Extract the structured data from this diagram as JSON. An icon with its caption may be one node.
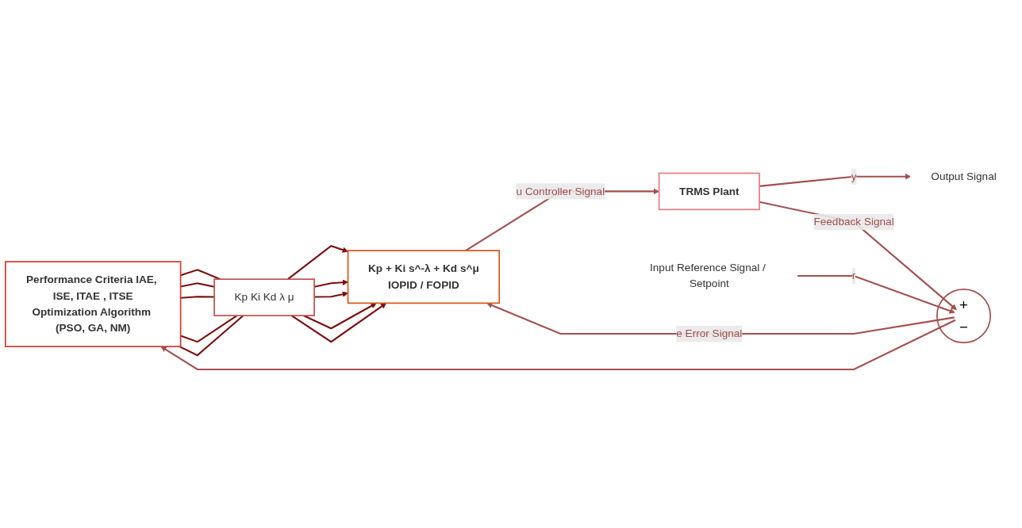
{
  "diagram": {
    "nodes": [
      {
        "text": [
          "Performance Criteria IAE, ISE, ITAE , ITSE",
          "Optimization Algorithm (PSO, GA, NM)"
        ]
      },
      {
        "text": [
          "Kp Ki Kd λ μ"
        ]
      },
      {
        "text": [
          "+",
          "−"
        ]
      },
      {
        "text": [
          "Kp + Ki s^-λ + Kd s^μ",
          "IOPID / FOPID"
        ]
      },
      {
        "text": [
          "TRMS Plant"
        ]
      },
      {
        "text": [
          "Input Reference Signal / Setpoint"
        ]
      },
      {
        "text": [
          "Output Signal"
        ]
      }
    ],
    "edges": [
      {
        "from": 5,
        "to": 2,
        "arrow": "to",
        "label": "r",
        "color": "#a34f4f"
      },
      {
        "from": 2,
        "to": 3,
        "arrow": "to",
        "label": "e Error Signal",
        "color": "#a34f4f"
      },
      {
        "from": 2,
        "to": 0,
        "arrow": "to",
        "color": "#a34f4f"
      },
      {
        "from": 0,
        "to": 1,
        "arrow": "none"
      },
      {
        "from": 0,
        "to": 1,
        "arrow": "none"
      },
      {
        "from": 0,
        "to": 1,
        "arrow": "none"
      },
      {
        "from": 0,
        "to": 1,
        "arrow": "none"
      },
      {
        "from": 0,
        "to": 1,
        "arrow": "none"
      },
      {
        "from": 1,
        "to": 3,
        "arrow": "to"
      },
      {
        "from": 1,
        "to": 3,
        "arrow": "to"
      },
      {
        "from": 1,
        "to": 3,
        "arrow": "to"
      },
      {
        "from": 1,
        "to": 3,
        "arrow": "to"
      },
      {
        "from": 1,
        "to": 3,
        "arrow": "to"
      },
      {
        "from": 3,
        "to": 4,
        "arrow": "to",
        "label": "u Controller Signal",
        "color": "#a34f4f"
      },
      {
        "from": 4,
        "to": 6,
        "arrow": "to",
        "label": "y",
        "color": "#a34f4f"
      },
      {
        "from": 4,
        "to": 2,
        "arrow": "to",
        "label": "Feedback Signal",
        "color": "#a34f4f"
      }
    ]
  }
}
